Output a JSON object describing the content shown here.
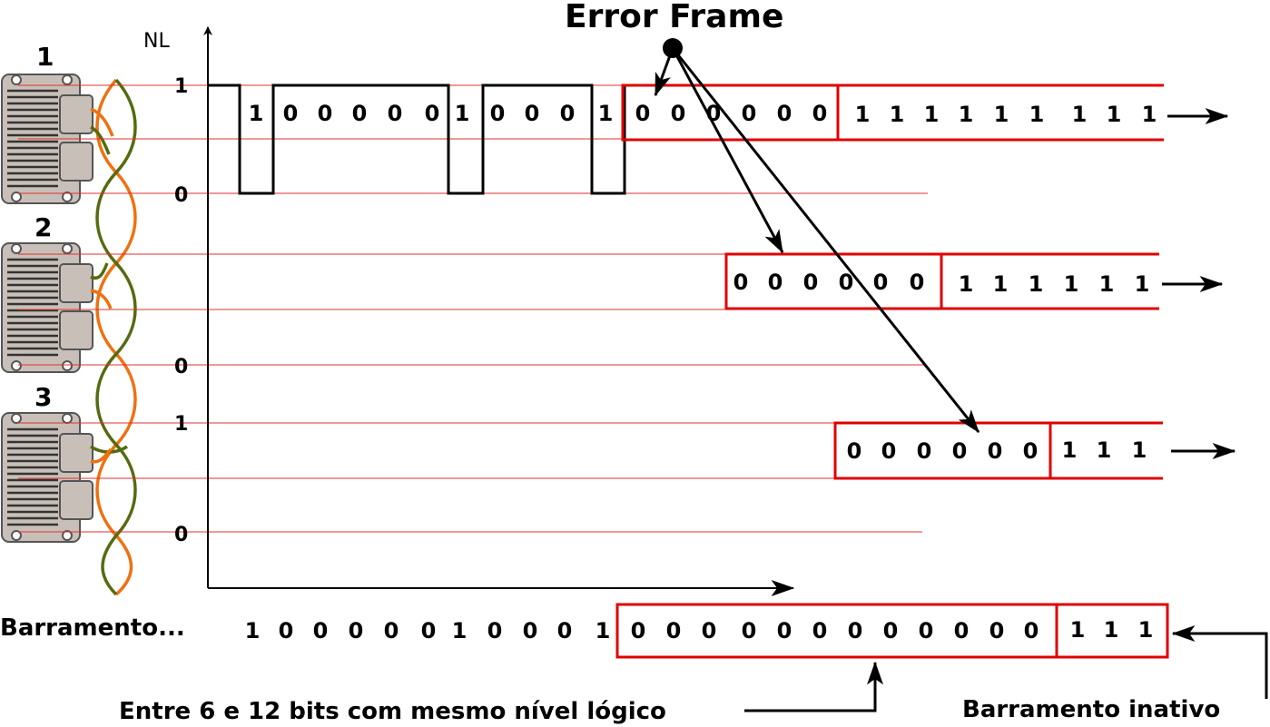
{
  "title": "Error Frame",
  "axis": {
    "y_label": "NL"
  },
  "nodes": [
    {
      "num": "1",
      "levels": {
        "high": "1",
        "low": "0"
      },
      "data_bits": [
        "1",
        "0",
        "0",
        "0",
        "0",
        "0",
        "1",
        "0",
        "0",
        "0",
        "1"
      ],
      "frame_zeros": [
        "0",
        "0",
        "0",
        "0",
        "0",
        "0"
      ],
      "frame_ones": [
        "1",
        "1",
        "1",
        "1",
        "1",
        "1",
        "1",
        "1",
        "1"
      ]
    },
    {
      "num": "2",
      "levels": {
        "low": "0"
      },
      "frame_zeros": [
        "0",
        "0",
        "0",
        "0",
        "0",
        "0"
      ],
      "frame_ones": [
        "1",
        "1",
        "1",
        "1",
        "1",
        "1"
      ]
    },
    {
      "num": "3",
      "levels": {
        "high": "1",
        "low": "0"
      },
      "frame_zeros": [
        "0",
        "0",
        "0",
        "0",
        "0",
        "0"
      ],
      "frame_ones": [
        "1",
        "1",
        "1"
      ]
    }
  ],
  "bus": {
    "label": "Barramento...",
    "data_bits": [
      "1",
      "0",
      "0",
      "0",
      "0",
      "0",
      "1",
      "0",
      "0",
      "0",
      "1"
    ],
    "error_bits": [
      "0",
      "0",
      "0",
      "0",
      "0",
      "0",
      "0",
      "0",
      "0",
      "0",
      "0",
      "0"
    ],
    "idle_bits": [
      "1",
      "1",
      "1"
    ]
  },
  "annotations": {
    "same_level": "Entre 6 e 12 bits com mesmo nível lógico",
    "idle": "Barramento inativo"
  },
  "colors": {
    "signal": "#000000",
    "frame": "#e00000",
    "guide": "#e03030",
    "wire_orange": "#f07010",
    "wire_green": "#556b10",
    "device_body": "#c8c0b8"
  }
}
